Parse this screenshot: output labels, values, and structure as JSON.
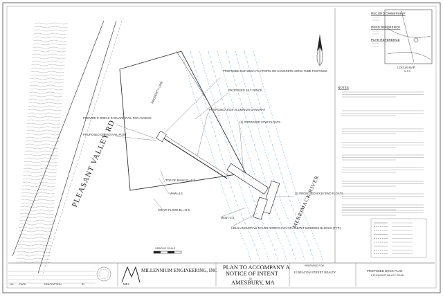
{
  "road_name": "PLEASANT VALLEY RD",
  "river_name": "MERRIMACK RIVER",
  "property_line_label": "PROPERTY LINE",
  "plan_labels": {
    "deck": "PROPOSED 6'x8' DECK PLATFORM ON CONCRETE SONO TUBE FOOTINGS",
    "silt_fence": "PROPOSED SILT FENCE",
    "gangway": "PROPOSED 3'x28' ALUMINUM GANGWAY",
    "floats_20": "(1) PROPOSED 20'x8' FLOATS",
    "floats_8": "(2) PROPOSED 8'X16' END FLOATS",
    "break": "PROVIDE 5' BREAK IN GUARD RAIL FOR ACCESS",
    "guard_rail": "PROPOSED GUARD RAIL POST",
    "top_of_bank": "TOP OF BANK EL=8.2",
    "mhw": "MHW=3.5",
    "flood": "100 YR FLOOD EL=11.5",
    "mlw": "MLW=-3.0",
    "anchor": "HELIX ANCHOR W/ NYLON ROPE/CHAIN OR HABITAT MOORING BLOCKS (TYP.)",
    "graphic_scale": "GRAPHIC SCALE"
  },
  "record_info": {
    "ownership_title": "RECORD OWNERSHIP",
    "deed_title": "DEED REFERENCE",
    "plan_title": "PLAN REFERENCE"
  },
  "locus_map": {
    "title": "LOCUS MAP",
    "scale": "N.T.S."
  },
  "notes_title": "NOTES",
  "notes_count": 10,
  "title_block": {
    "firm": "MILLENNIUM ENGINEERING, INC",
    "firm_short": "MEI",
    "plan_title_1": "PLAN TO ACCOMPANY A",
    "plan_title_2": "NOTICE OF INTENT",
    "plan_title_3": "IN",
    "town": "AMESBURY, MA",
    "prepared_for_label": "PREPARED FOR",
    "prepared_for": "12 BEACON STREET REALTY",
    "sheet_title": "PROPOSED DOCK PLAN",
    "sheet_sub": "8 PLEASANT VALLEY ROAD"
  },
  "revision_header": {
    "no": "NO.",
    "date": "DATE",
    "description": "DESCRIPTION",
    "by": "BY"
  },
  "colors": {
    "water": "#6fa6c9",
    "line": "#3a3a3a",
    "hatch": "#8a8a8a"
  }
}
